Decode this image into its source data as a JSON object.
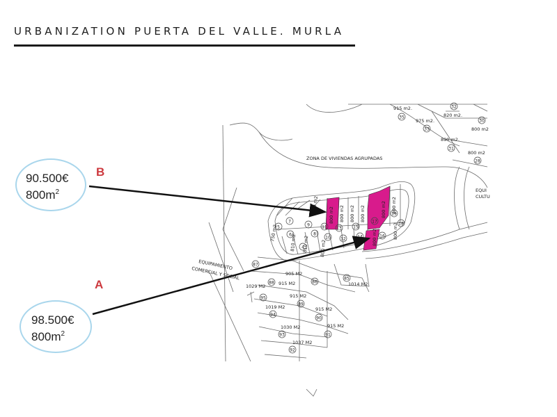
{
  "title": "URBANIZATION PUERTA DEL VALLE. MURLA",
  "offers": [
    {
      "letter": "B",
      "price": "90.500€",
      "area_num": "800m",
      "area_sup": "2"
    },
    {
      "letter": "A",
      "price": "98.500€",
      "area_num": "800m",
      "area_sup": "2"
    }
  ],
  "map_labels": {
    "zone_grouped": "ZONA DE VIVIENDAS AGRUPADAS",
    "equipment_1": "EQUIPAMIENTO",
    "equipment_2": "COMERCIAL Y SOCIAL",
    "equi_1": "EQUI",
    "equi_2": "CULTU"
  },
  "areas": {
    "a915": "915 m2.",
    "a975": "975 m2.",
    "a820": "820 m2.",
    "a890": "890 m2.",
    "a800r1": "800 m2",
    "a800r2": "800 m2",
    "p800a": "800 m2",
    "p800b": "800 m2",
    "p800c": "800 m2",
    "p800d": "800 m2",
    "p800e": "800 m2",
    "p800f": "800 m2",
    "p800g": "800 m2",
    "p800h": "800 m2",
    "p750": "750 m2",
    "p810a": "810 m2",
    "p810b": "810 m2",
    "p800i": "800 m2",
    "p800j": "800 m2",
    "m905": "905 M2",
    "m915a": "915 M2",
    "m1029": "1029 M2",
    "m915b": "915 M2",
    "m1014": "1014 M2",
    "m1019": "1019 M2",
    "m915c": "915 M2",
    "m1030": "1030 M2",
    "m915d": "915 M2",
    "m1037": "1037 M2"
  },
  "plots": {
    "n32": "32",
    "n30": "30",
    "n33": "33",
    "n31": "31",
    "n35": "35",
    "n28": "28",
    "n5": "5",
    "n7": "7",
    "n9": "9",
    "n11": "11",
    "n13": "13",
    "n15": "15",
    "n17": "17",
    "n19": "19",
    "n6": "6",
    "n8": "8",
    "n10": "10",
    "n12": "12",
    "n14": "14",
    "n16": "16",
    "n18": "18",
    "n4": "4",
    "n87": "87",
    "n88": "88",
    "n85": "85",
    "n86": "86",
    "n89": "89",
    "n90": "90",
    "n91": "91",
    "n92": "92",
    "n93": "93",
    "n94": "94",
    "n95": "95"
  },
  "colors": {
    "highlight": "#d81b8c",
    "bubble_border": "#a9d6ec",
    "marker": "#cd3a3f",
    "line": "#555555"
  }
}
